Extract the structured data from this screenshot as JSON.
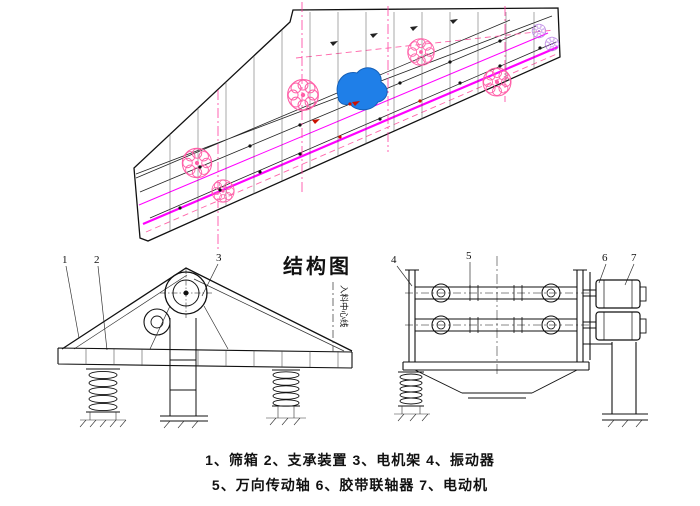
{
  "title": "结构图",
  "part_labels": {
    "l1": "1",
    "l2": "2",
    "l3": "3",
    "l4": "4",
    "l5": "5",
    "l6": "6",
    "l7": "7"
  },
  "annotations": {
    "feed_center_line": "入料中心线"
  },
  "captions": {
    "line1": "1、筛箱  2、支承装置  3、电机架  4、振动器",
    "line2": "5、万向传动轴  6、胶带联轴器  7、电动机"
  },
  "colors": {
    "line": "#111111",
    "magenta": "#ff00ff",
    "pink": "#ff5fa8",
    "purple": "#b06fe0",
    "blue_fill": "#1f7fe8",
    "red": "#cc1100",
    "background": "#ffffff"
  }
}
